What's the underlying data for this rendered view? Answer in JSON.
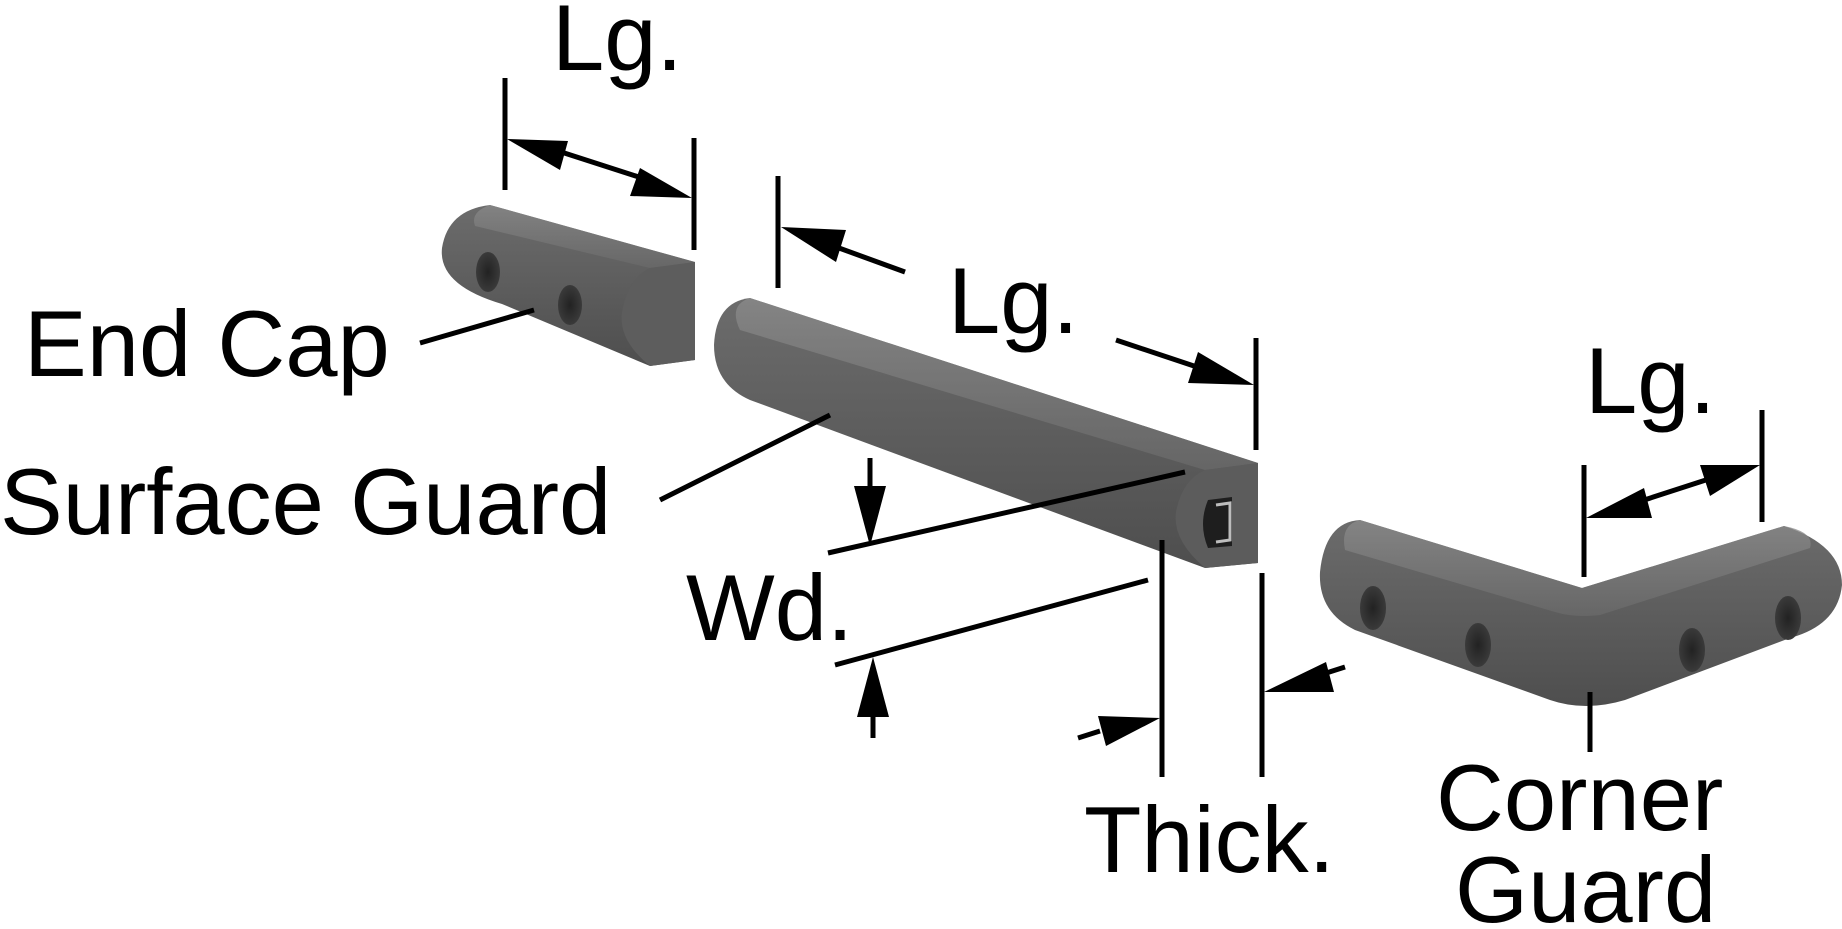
{
  "labels": {
    "end_cap": "End Cap",
    "surface_guard": "Surface Guard",
    "corner_guard_line1": "Corner",
    "corner_guard_line2": "Guard",
    "length_end_cap": "Lg.",
    "length_surface_guard": "Lg.",
    "length_corner_guard": "Lg.",
    "width": "Wd.",
    "thickness": "Thick."
  },
  "colors": {
    "part_fill": "#6b6b6b",
    "part_dark": "#4a4a4a",
    "part_light": "#8a8a8a",
    "line": "#000000",
    "background": "#ffffff"
  }
}
